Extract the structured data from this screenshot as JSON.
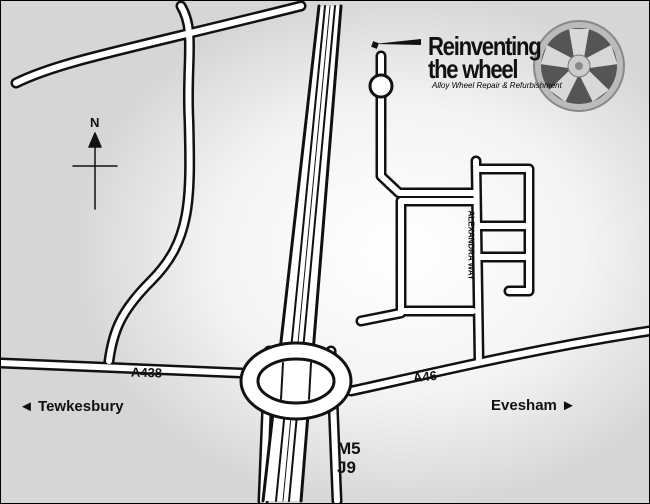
{
  "logo": {
    "line1": "Reinventing",
    "line2": "the wheel",
    "tagline": "Alloy Wheel Repair & Refurbishment"
  },
  "compass": {
    "label": "N"
  },
  "roads": {
    "a438": "A438",
    "a46": "A46",
    "street": "ALEXANDRA WAY",
    "motorway": "M5",
    "junction": "J9"
  },
  "places": {
    "west": "Tewkesbury",
    "east": "Evesham",
    "west_arrow": "◄",
    "east_arrow": "►"
  }
}
